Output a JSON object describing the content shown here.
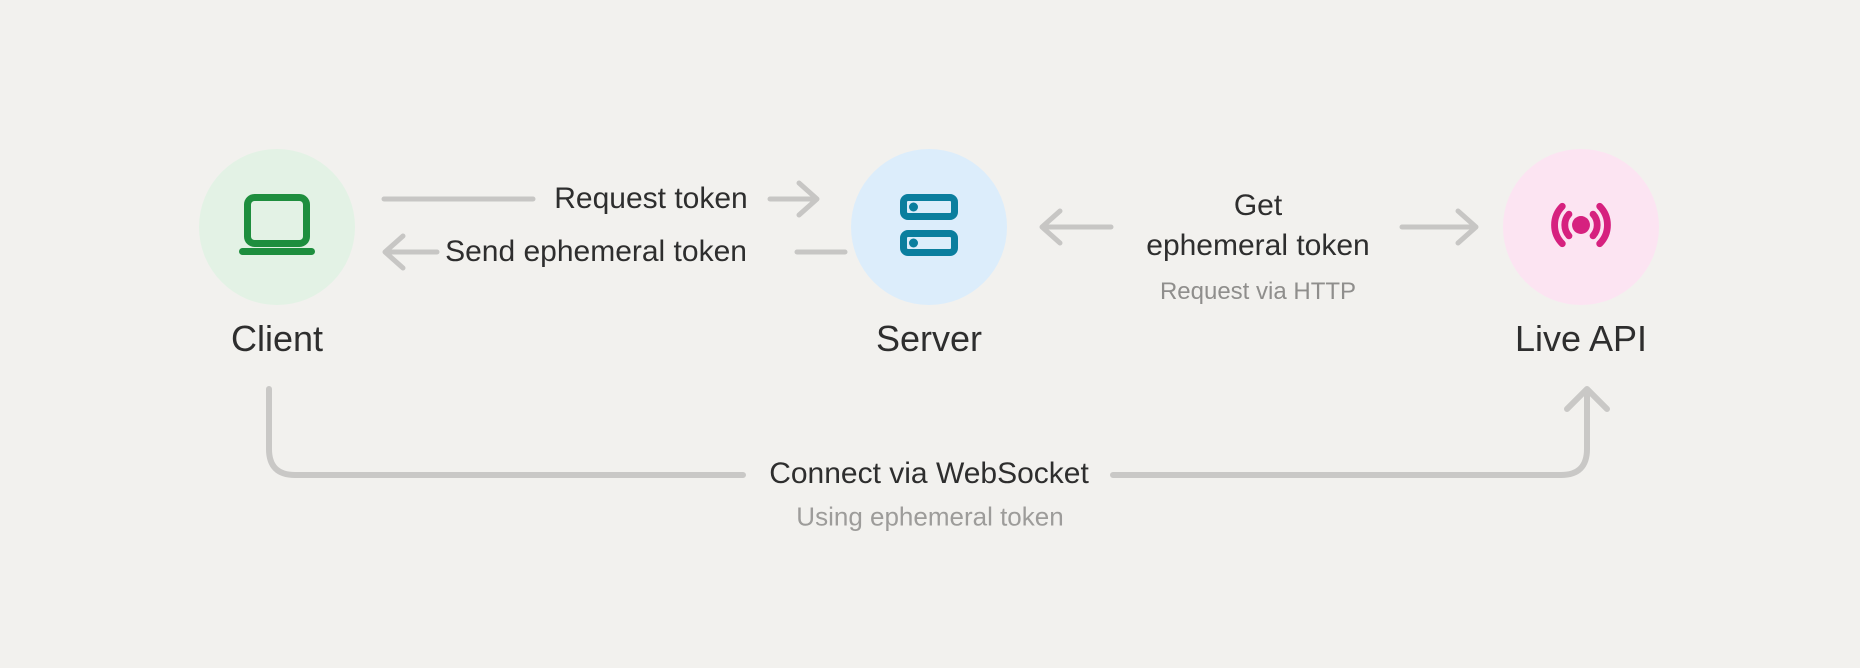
{
  "diagram": {
    "background_color": "#f2f1ee",
    "connector_color": "#c7c6c4",
    "text_primary_color": "#2e2e2e",
    "text_secondary_color": "#8f8e8c",
    "nodes": {
      "client": {
        "label": "Client",
        "icon": "laptop-icon",
        "circle_color": "#e3f2e5",
        "icon_color": "#1e8e3e"
      },
      "server": {
        "label": "Server",
        "icon": "server-icon",
        "circle_color": "#dcedfb",
        "icon_color": "#0a7e9e"
      },
      "live_api": {
        "label": "Live API",
        "icon": "broadcast-icon",
        "circle_color": "#fce4f2",
        "icon_color": "#d6217f"
      }
    },
    "edges": {
      "request_token": {
        "label": "Request token",
        "direction": "client-to-server"
      },
      "send_ephemeral_token": {
        "label": "Send ephemeral token",
        "direction": "server-to-client"
      },
      "get_ephemeral_token": {
        "label_line1": "Get",
        "label_line2": "ephemeral token",
        "sublabel": "Request via HTTP",
        "direction": "server-and-live-api"
      },
      "connect_websocket": {
        "label": "Connect via WebSocket",
        "sublabel": "Using ephemeral token",
        "direction": "client-to-live-api"
      }
    }
  }
}
